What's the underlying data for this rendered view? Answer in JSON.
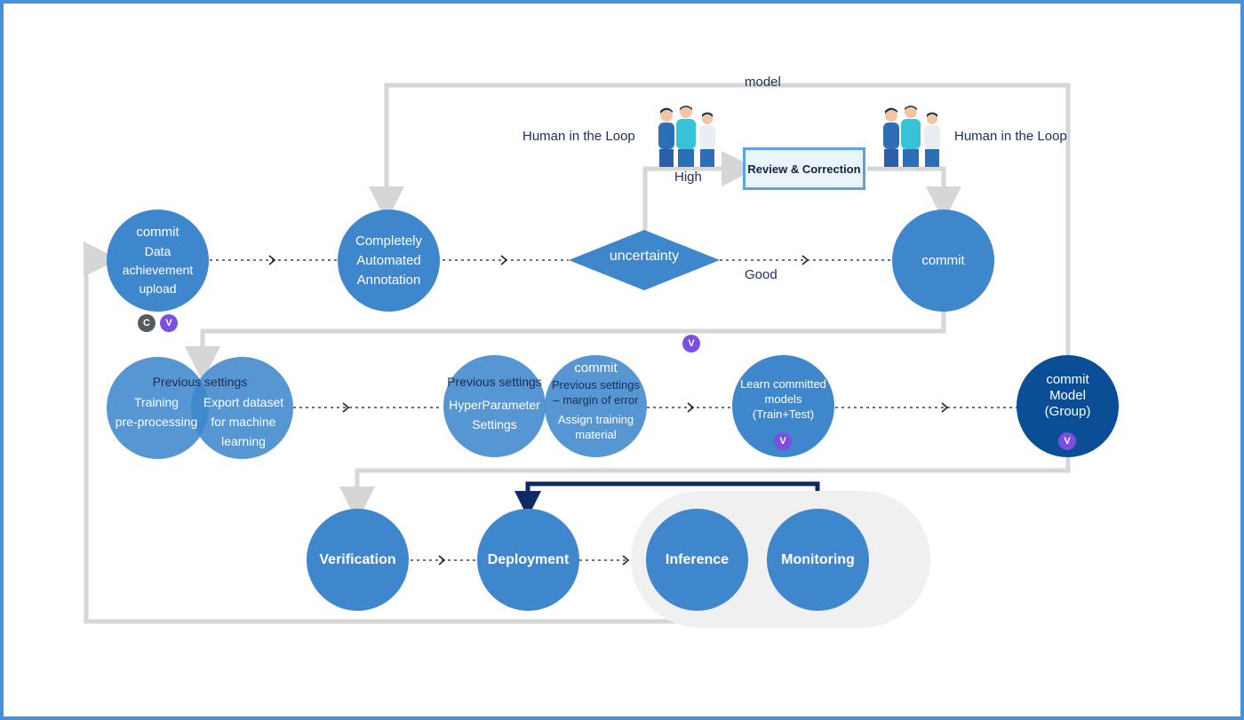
{
  "top_loop": {
    "model_label": "model"
  },
  "hitl": {
    "left_label": "Human in the Loop",
    "right_label": "Human in the Loop"
  },
  "branch": {
    "high_label": "High",
    "good_label": "Good",
    "review_label": "Review & Correction"
  },
  "row1": {
    "commit_upload": {
      "title": "commit",
      "lines": [
        "Data",
        "achievement",
        "upload"
      ]
    },
    "auto_annotation": {
      "lines": [
        "Completely",
        "Automated",
        "Annotation"
      ]
    },
    "uncertainty": {
      "label": "uncertainty"
    },
    "commit_right": {
      "label": "commit"
    },
    "badges": {
      "c": "C",
      "v": "V"
    }
  },
  "row2": {
    "training": {
      "top": "Previous settings",
      "lines": [
        "Training",
        "pre-processing"
      ]
    },
    "export": {
      "lines": [
        "Export dataset",
        "for machine",
        "learning"
      ]
    },
    "hyper": {
      "top": "Previous settings",
      "lines": [
        "HyperParameter",
        "Settings"
      ]
    },
    "commit_assign": {
      "title": "commit",
      "line1": "Previous settings",
      "line2": "– margin of error",
      "line3": "Assign training",
      "line4": "material"
    },
    "learn": {
      "lines": [
        "Learn committed",
        "models",
        "(Train+Test)"
      ]
    },
    "commit_model": {
      "lines": [
        "commit",
        "Model",
        "(Group)"
      ]
    },
    "badge_v": "V"
  },
  "row3": {
    "verification": "Verification",
    "deployment": "Deployment",
    "inference": "Inference",
    "monitoring": "Monitoring"
  },
  "colors": {
    "node": "#3f87cc",
    "node_dark": "#0a4f95",
    "line": "#d6d6d6",
    "navy_bracket": "#0d2a66",
    "badge_v": "#7b4fe0",
    "badge_c": "#555b61",
    "frame": "#4a90d9"
  },
  "icons": [
    "people-group-icon",
    "people-group-icon"
  ]
}
